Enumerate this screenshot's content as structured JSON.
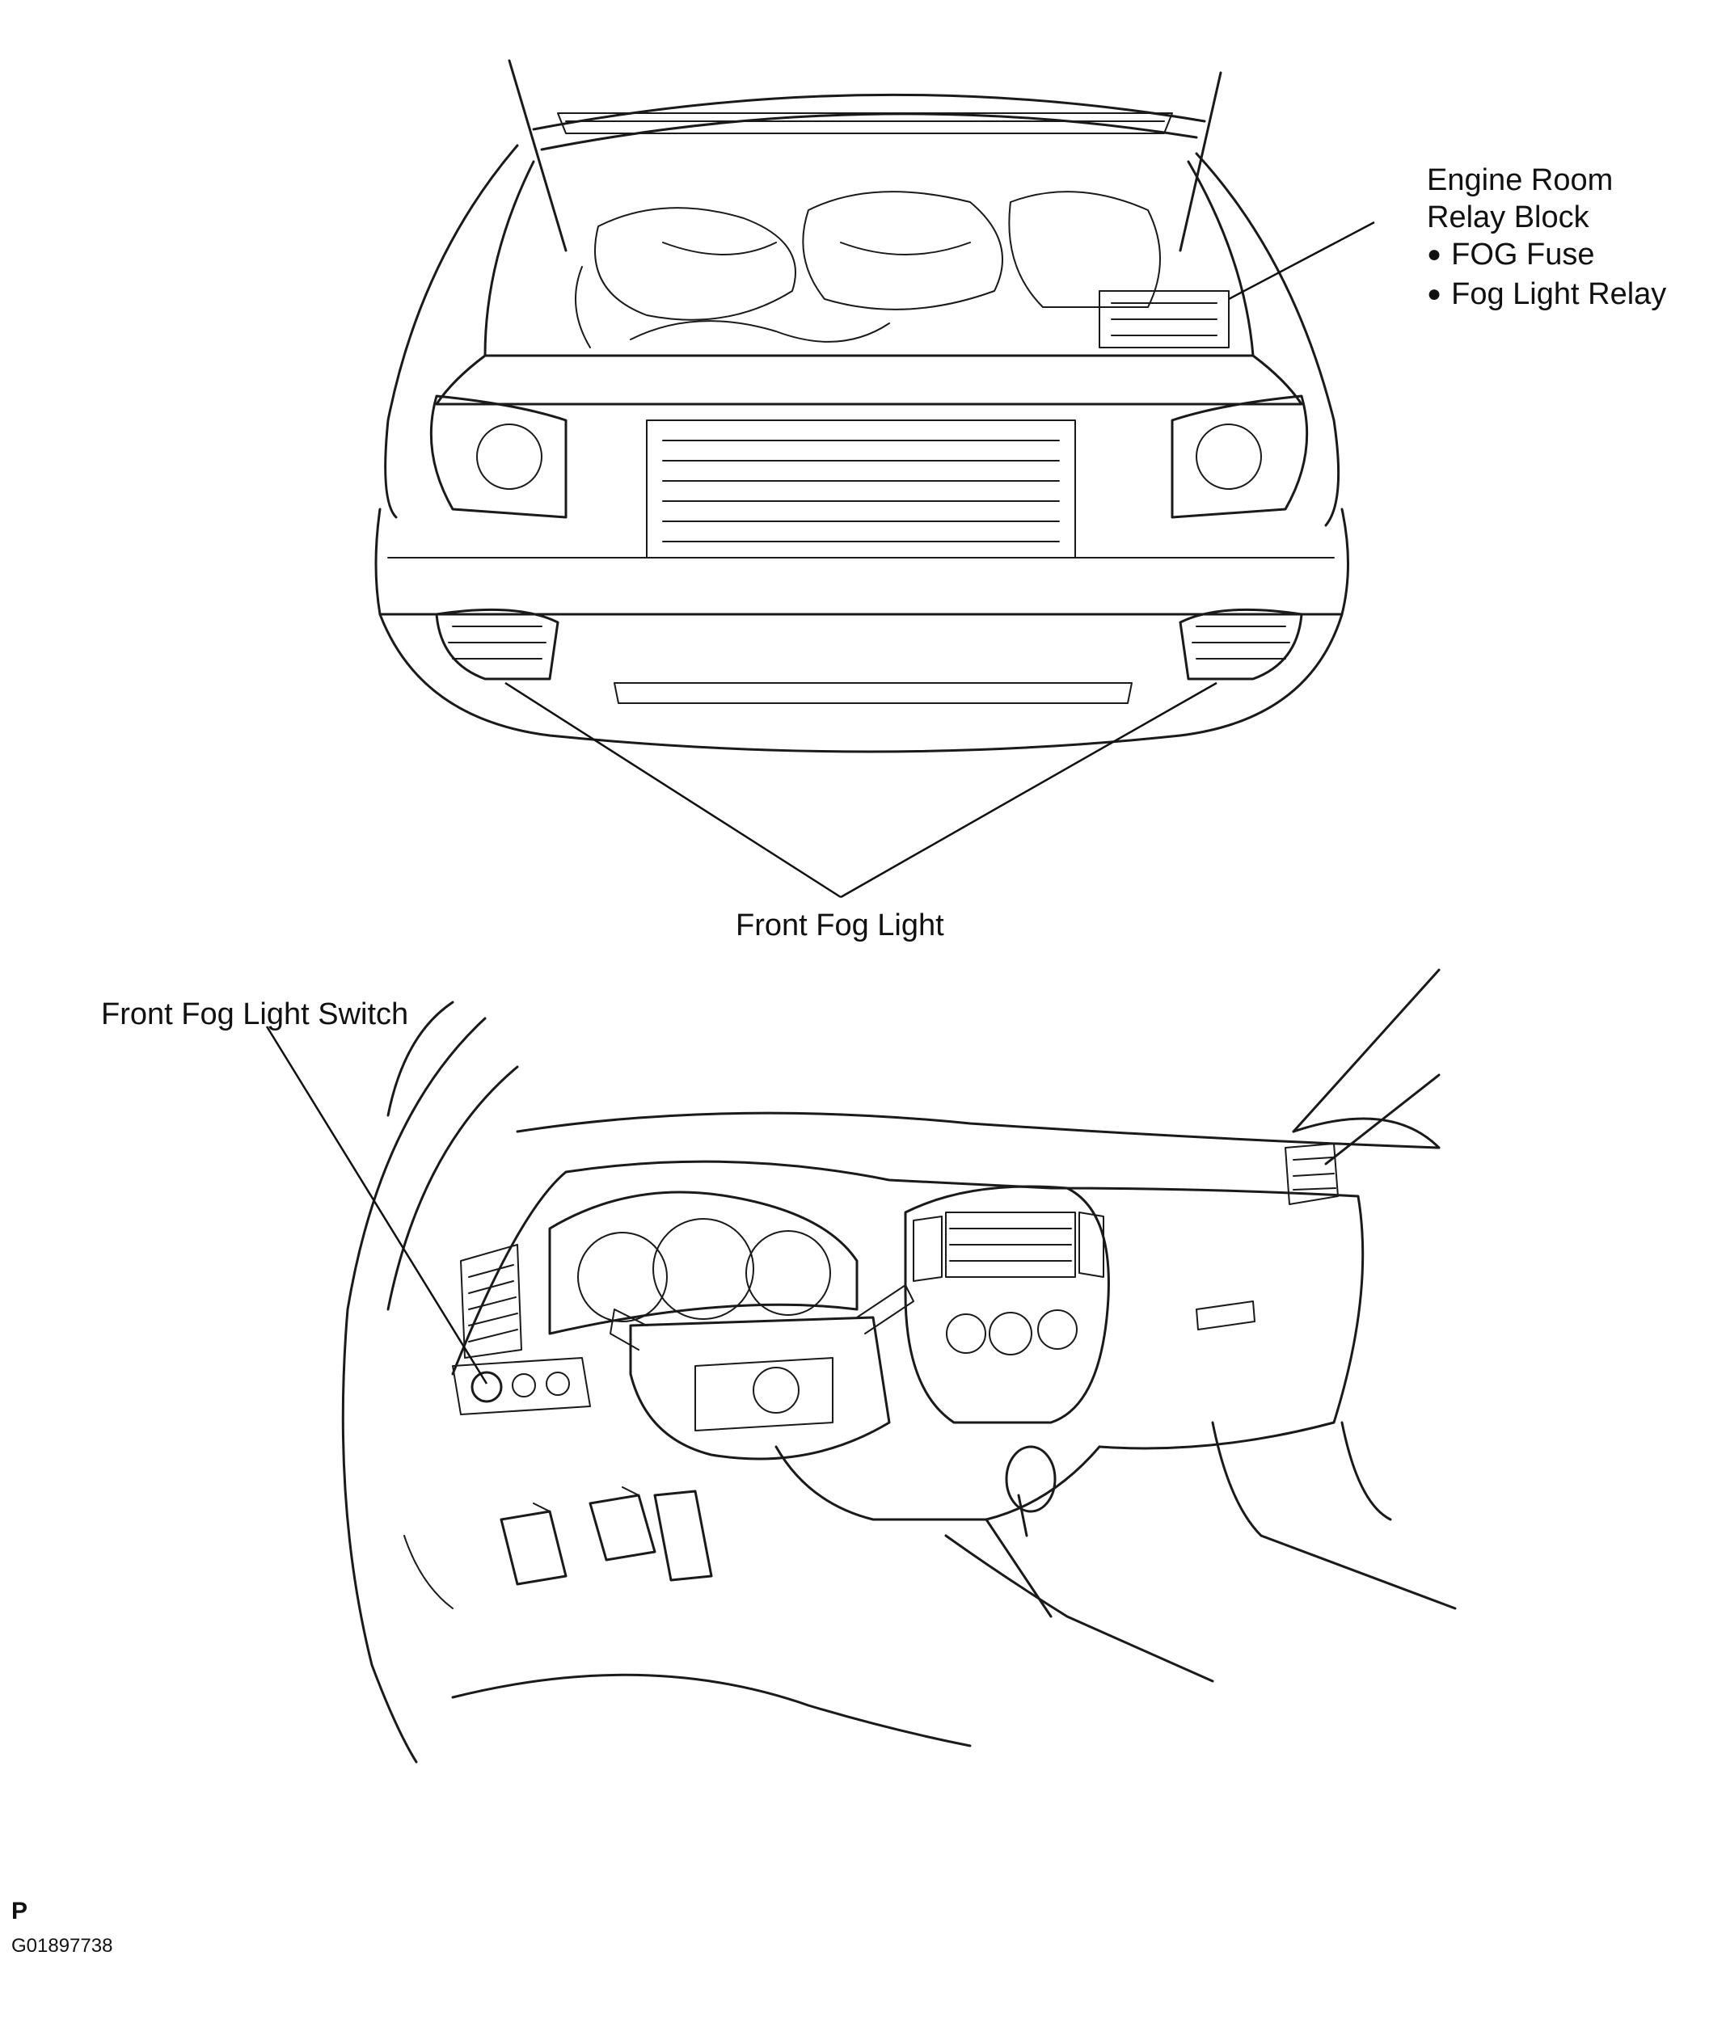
{
  "labels": {
    "relay_block_line1": "Engine Room",
    "relay_block_line2": "Relay Block",
    "fog_fuse": "FOG Fuse",
    "fog_light_relay": "Fog Light Relay",
    "front_fog_light": "Front Fog Light",
    "front_fog_light_switch": "Front Fog Light Switch"
  },
  "footer": {
    "page_code": "P",
    "figure_id": "G01897738"
  }
}
